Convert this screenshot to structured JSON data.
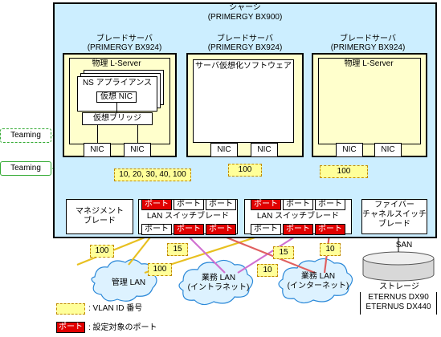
{
  "chassis": {
    "title": "シャーシ",
    "model": "(PRIMERGY BX900)"
  },
  "blades": [
    {
      "title": "ブレードサーバ",
      "model": "(PRIMERGY BX924)",
      "content": "物理 L-Server"
    },
    {
      "title": "ブレードサーバ",
      "model": "(PRIMERGY BX924)",
      "content": "サーバ仮想化ソフトウェア"
    },
    {
      "title": "ブレードサーバ",
      "model": "(PRIMERGY BX924)",
      "content": "物理 L-Server"
    }
  ],
  "ns_appliance": {
    "label": "NS アプライアンス",
    "vnic": "仮想 NIC",
    "bridge": "仮想ブリッジ"
  },
  "nic_label": "NIC",
  "teaming": [
    "Teaming",
    "Teaming"
  ],
  "vlan_labels": {
    "trunk": "10, 20, 30, 40, 100",
    "virt": "100",
    "right": "100",
    "mgmt1": "100",
    "mgmt2": "100",
    "intra1": "15",
    "intra2": "15",
    "inet1": "10",
    "inet2": "10"
  },
  "port_label": "ポート",
  "mgmt_blade": [
    "マネジメント",
    "ブレード"
  ],
  "lan_switch": "LAN スイッチブレード",
  "fc_switch": [
    "ファイバー",
    "チャネルスイッチ",
    "ブレード"
  ],
  "san": "SAN",
  "clouds": {
    "mgmt": "管理 LAN",
    "intra": [
      "業務 LAN",
      "(イントラネット)"
    ],
    "inet": [
      "業務 LAN",
      "(インターネット)"
    ]
  },
  "storage": {
    "title": "ストレージ",
    "models": [
      "ETERNUS DX90",
      "ETERNUS DX440"
    ]
  },
  "legend": {
    "vlan": ": VLAN ID 番号",
    "port_swatch": "ポート",
    "port": ": 設定対象のポート"
  },
  "colors": {
    "chassis_bg": "#cceeff",
    "blade_bg": "#ffffcc",
    "red": "#e00000",
    "green": "#33aa33",
    "blue": "#2277ee",
    "vlan": "#ffff99"
  }
}
